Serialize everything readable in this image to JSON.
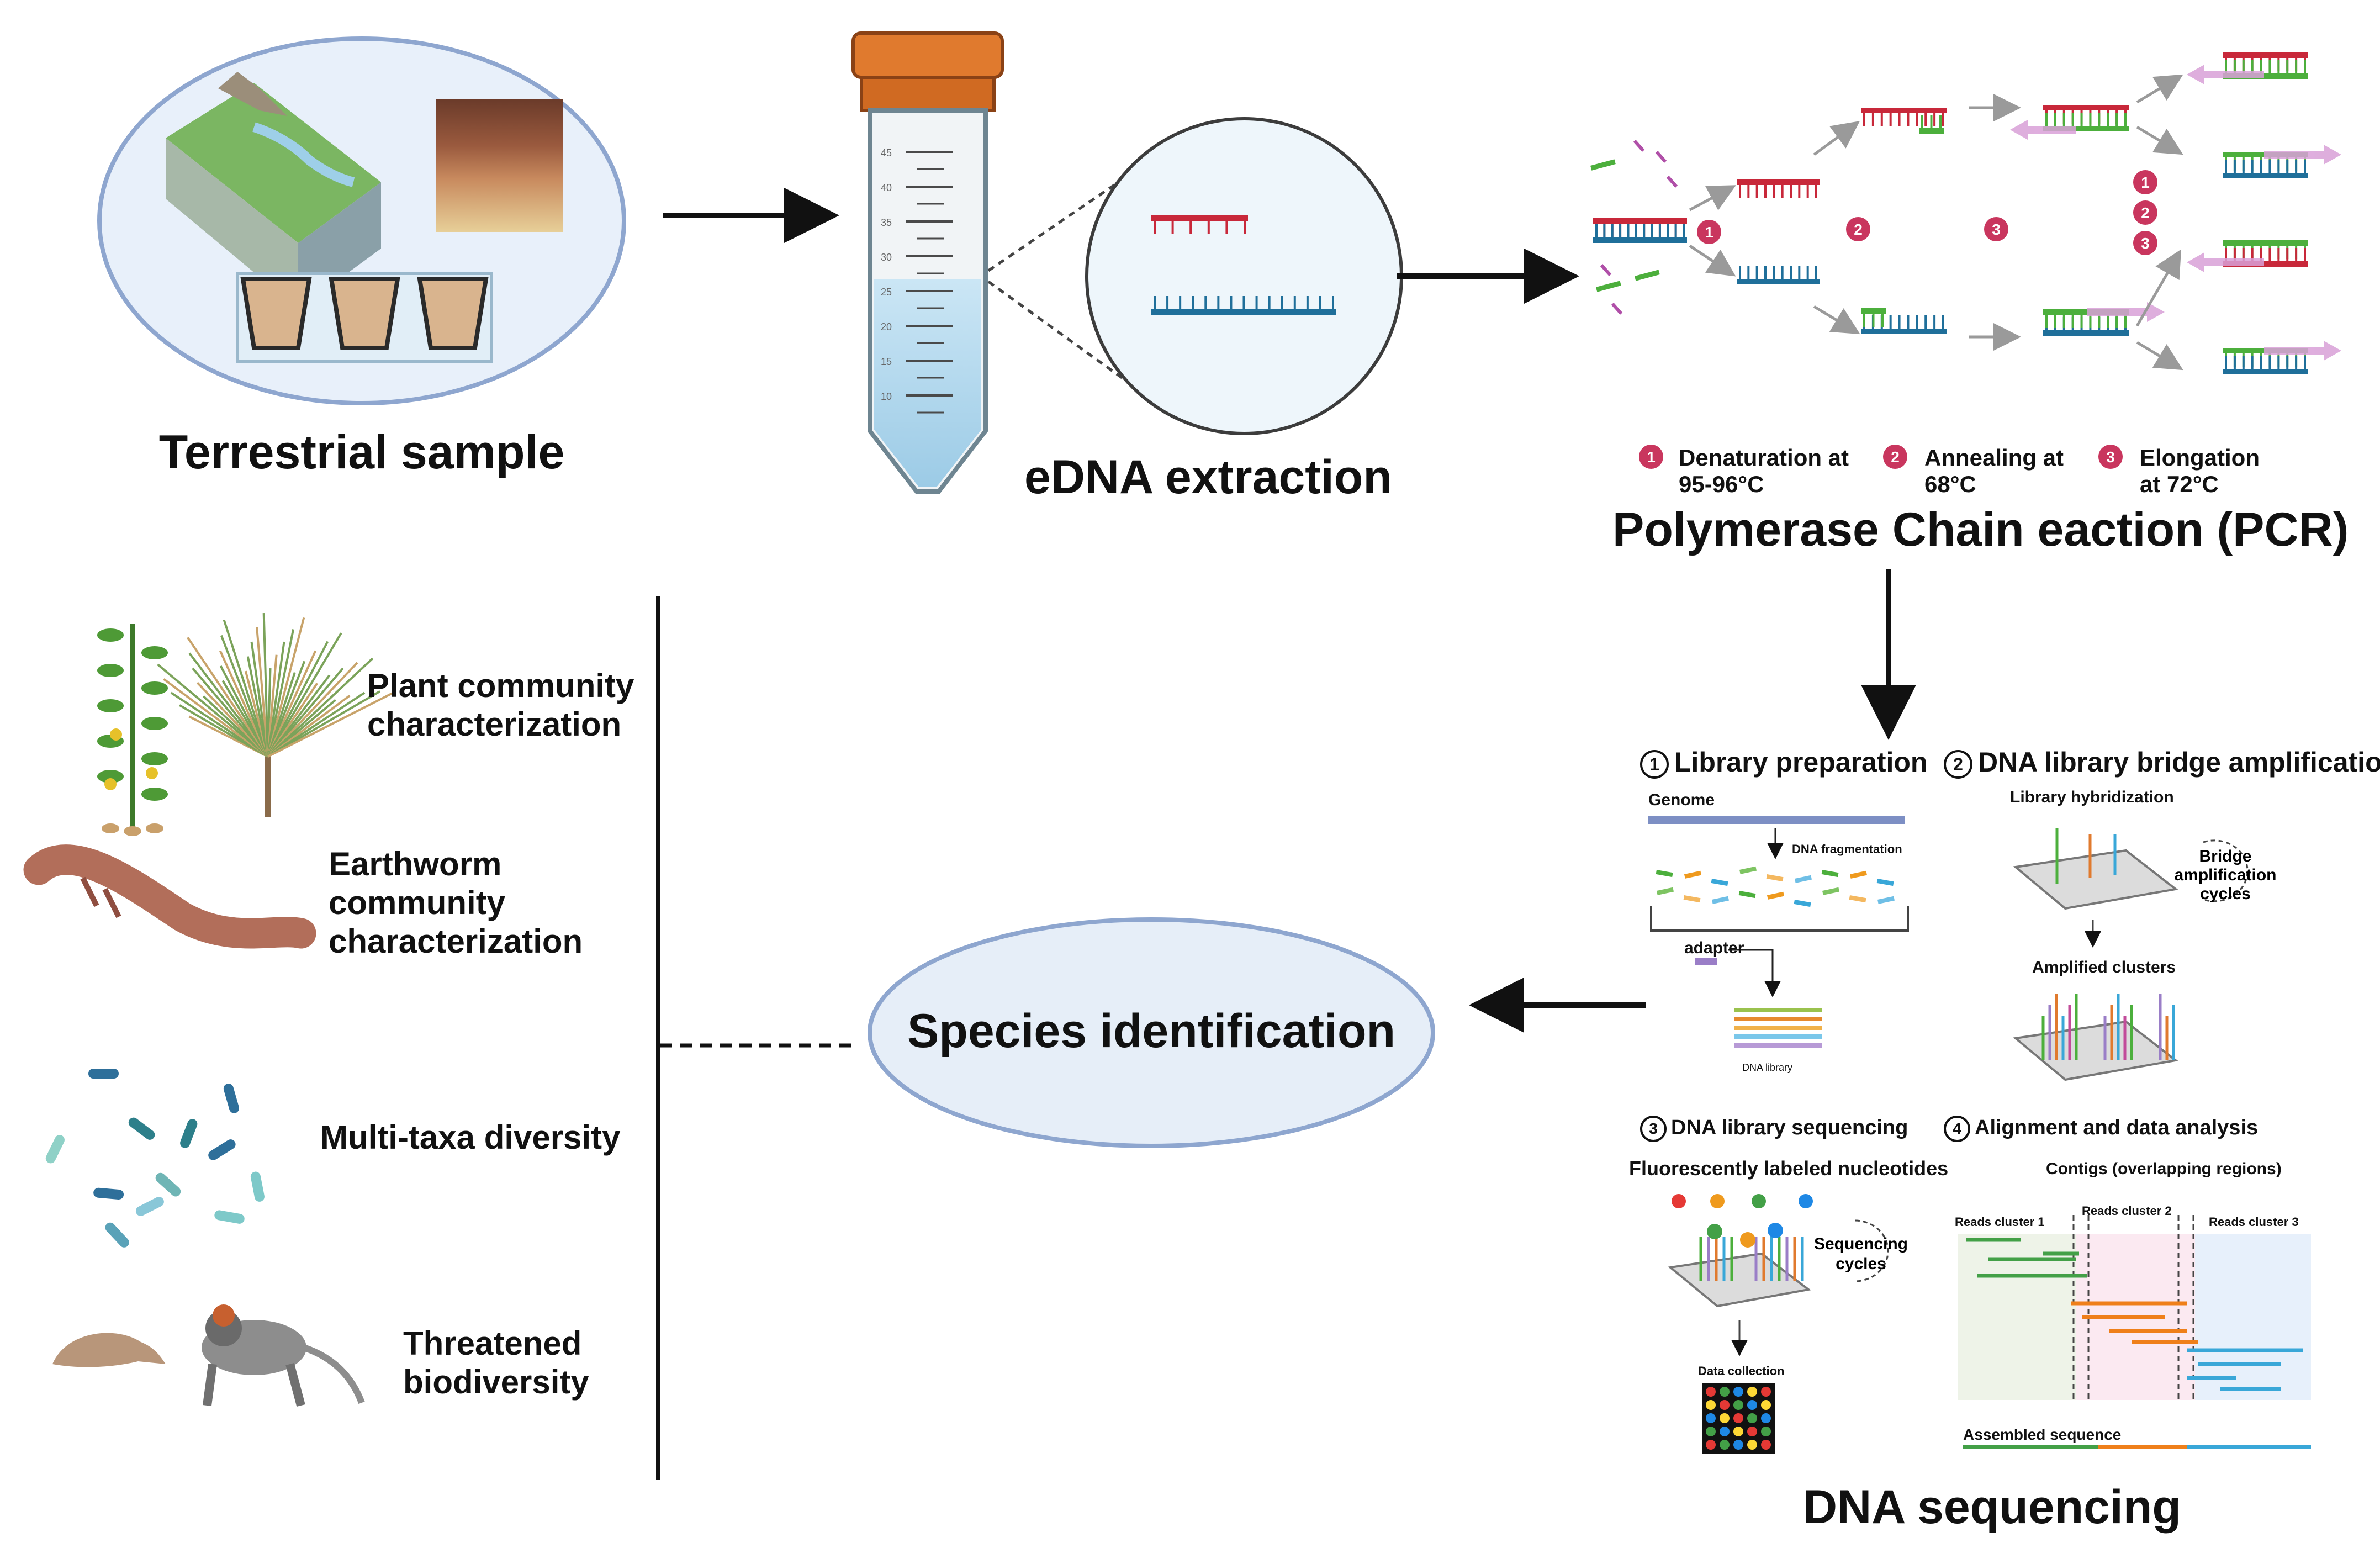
{
  "sample": {
    "title": "Terrestrial sample"
  },
  "extraction": {
    "title": "eDNA extraction",
    "tube_marks": [
      "45",
      "40",
      "35",
      "30",
      "25",
      "20",
      "15",
      "10"
    ]
  },
  "pcr": {
    "title": "Polymerase Chain eaction (PCR)",
    "steps": [
      {
        "num": "1",
        "line1": "Denaturation at",
        "line2": "95-96°C"
      },
      {
        "num": "2",
        "line1": "Annealing at",
        "line2": "68°C"
      },
      {
        "num": "3",
        "line1": "Elongation",
        "line2": "at 72°C"
      }
    ]
  },
  "sequencing": {
    "title": "DNA sequencing",
    "library_prep": {
      "num": "1",
      "title": "Library preparation",
      "genome": "Genome",
      "fragmentation": "DNA fragmentation",
      "adapter": "adapter",
      "library": "DNA library"
    },
    "bridge": {
      "num": "2",
      "title": "DNA library bridge amplification",
      "hybridization": "Library hybridization",
      "cycles": [
        "Bridge",
        "amplification",
        "cycles"
      ],
      "clusters": "Amplified clusters"
    },
    "library_seq": {
      "num": "3",
      "title": "DNA library sequencing",
      "nucleotides": "Fluorescently labeled nucleotides",
      "cycles": [
        "Sequencing",
        "cycles"
      ],
      "collection": "Data collection"
    },
    "alignment": {
      "num": "4",
      "title": "Alignment and data analysis",
      "contigs": "Contigs (overlapping regions)",
      "clusters": [
        "Reads cluster 1",
        "Reads cluster 2",
        "Reads cluster 3"
      ],
      "assembled": "Assembled sequence"
    }
  },
  "species": {
    "title": "Species identification"
  },
  "applications": [
    {
      "lines": [
        "Plant community",
        "characterization"
      ]
    },
    {
      "lines": [
        "Earthworm",
        "community",
        "characterization"
      ]
    },
    {
      "lines": [
        "Multi-taxa diversity"
      ]
    },
    {
      "lines": [
        "Threatened",
        "biodiversity"
      ]
    }
  ],
  "colors": {
    "red_strand": "#c8283a",
    "blue_strand": "#1f6f9a",
    "green_primer": "#4caf3c",
    "pink_arrow": "#d9a0d8",
    "marker": "#c9365e",
    "ellipse_fill": "#e6eef8",
    "ellipse_stroke": "#8ea6cf",
    "tube_cap": "#e07a2e",
    "tube_liquid": "#b9dcef"
  }
}
